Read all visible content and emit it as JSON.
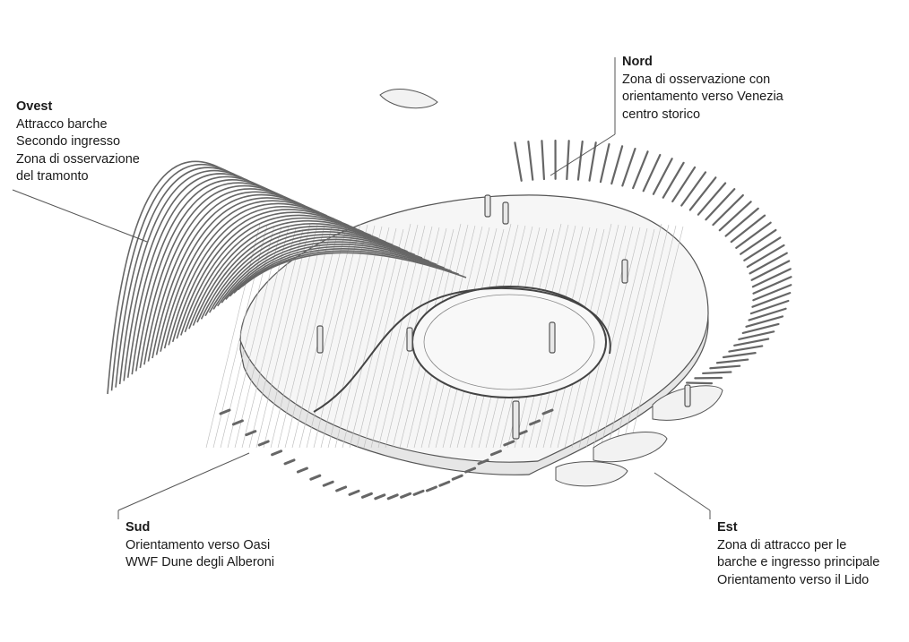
{
  "labels": {
    "ovest": {
      "title": "Ovest",
      "lines": [
        "Attracco barche",
        "Secondo ingresso",
        "Zona di osservazione",
        "del tramonto"
      ]
    },
    "nord": {
      "title": "Nord",
      "lines": [
        "Zona di osservazione con",
        "orientamento verso Venezia",
        "centro storico"
      ]
    },
    "sud": {
      "title": "Sud",
      "lines": [
        "Orientamento verso Oasi",
        "WWF Dune degli Alberoni"
      ]
    },
    "est": {
      "title": "Est",
      "lines": [
        "Zona di attracco per le",
        "barche e ingresso principale",
        "Orientamento verso il Lido"
      ]
    }
  },
  "colors": {
    "ink": "#1a1a1a",
    "line": "#555555",
    "deck": "#f4f4f4",
    "shadow": "#d9d9d9"
  }
}
